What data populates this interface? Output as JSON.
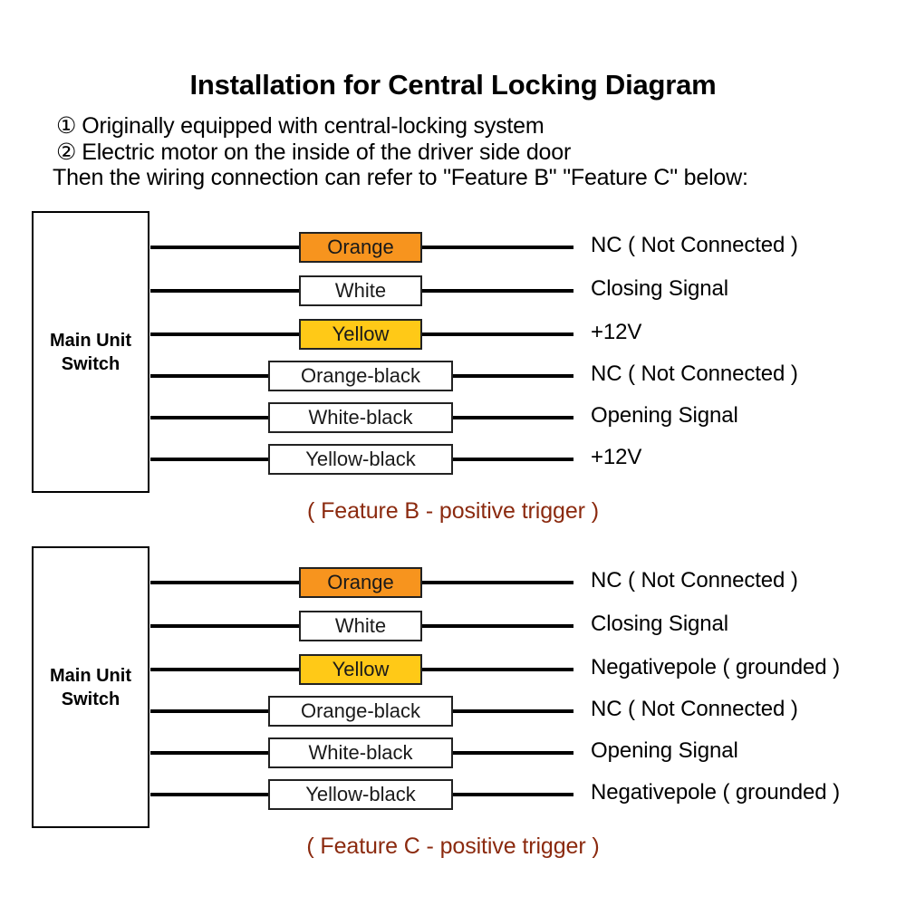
{
  "header": {
    "title": "Installation for Central Locking Diagram",
    "notes": [
      {
        "marker": "①",
        "text": "Originally equipped with central-locking system"
      },
      {
        "marker": "②",
        "text": "Electric motor on the inside of the driver side door"
      }
    ],
    "note_3": "Then the wiring connection can refer to \"Feature B\" \"Feature C\" below:"
  },
  "colors": {
    "orange": "#F7941E",
    "yellow": "#FFC917",
    "white": "#FFFFFF",
    "caption": "#8B2A0F",
    "line": "#000000"
  },
  "diagram_b": {
    "unit_label": "Main Unit\nSwitch",
    "unit_label_line1": "Main Unit",
    "unit_label_line2": "Switch",
    "caption": "( Feature B - positive trigger )",
    "rows": [
      {
        "wire": "Orange",
        "swatch": "orange",
        "width": "narrow",
        "signal": "NC ( Not Connected )"
      },
      {
        "wire": "White",
        "swatch": "white",
        "width": "narrow",
        "signal": "Closing Signal"
      },
      {
        "wire": "Yellow",
        "swatch": "yellow",
        "width": "narrow",
        "signal": "+12V"
      },
      {
        "wire": "Orange-black",
        "swatch": "white",
        "width": "wide",
        "signal": "NC ( Not Connected )"
      },
      {
        "wire": "White-black",
        "swatch": "white",
        "width": "wide",
        "signal": "Opening Signal"
      },
      {
        "wire": "Yellow-black",
        "swatch": "white",
        "width": "wide",
        "signal": "+12V"
      }
    ]
  },
  "diagram_c": {
    "unit_label": "Main Unit\nSwitch",
    "unit_label_line1": "Main Unit",
    "unit_label_line2": "Switch",
    "caption": "( Feature C - positive trigger )",
    "rows": [
      {
        "wire": "Orange",
        "swatch": "orange",
        "width": "narrow",
        "signal": "NC ( Not Connected )"
      },
      {
        "wire": "White",
        "swatch": "white",
        "width": "narrow",
        "signal": "Closing Signal"
      },
      {
        "wire": "Yellow",
        "swatch": "yellow",
        "width": "narrow",
        "signal": "Negativepole ( grounded )"
      },
      {
        "wire": "Orange-black",
        "swatch": "white",
        "width": "wide",
        "signal": "NC ( Not Connected )"
      },
      {
        "wire": "White-black",
        "swatch": "white",
        "width": "wide",
        "signal": "Opening Signal"
      },
      {
        "wire": "Yellow-black",
        "swatch": "white",
        "width": "wide",
        "signal": "Negativepole ( grounded )"
      }
    ]
  }
}
